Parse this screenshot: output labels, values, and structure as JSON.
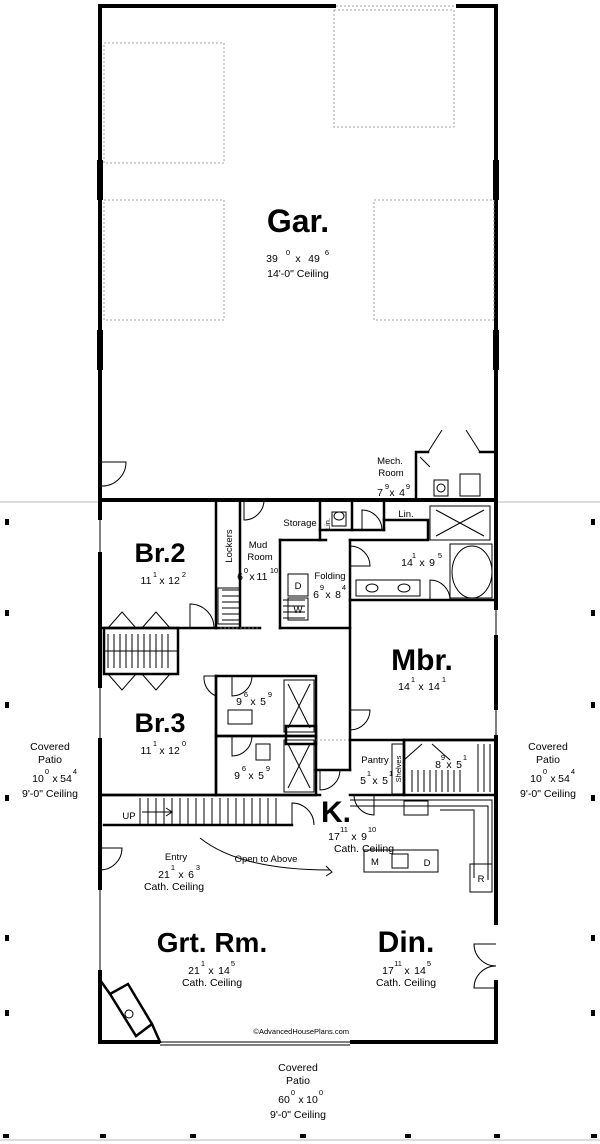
{
  "rooms": {
    "garage": {
      "name": "Gar.",
      "dim_a": "39",
      "dim_a_sup": "0",
      "dim_b": "49",
      "dim_b_sup": "6",
      "ceiling": "14'-0\" Ceiling"
    },
    "mech": {
      "name_line1": "Mech.",
      "name_line2": "Room",
      "dim_a": "7",
      "dim_a_sup": "9",
      "dim_b": "4",
      "dim_b_sup": "9"
    },
    "storage": {
      "name": "Storage"
    },
    "lin_small": {
      "name": "Lin."
    },
    "lin": {
      "name": "Lin."
    },
    "br2": {
      "name": "Br.2",
      "dim_a": "11",
      "dim_a_sup": "1",
      "dim_b": "12",
      "dim_b_sup": "2"
    },
    "lockers": {
      "name": "Lockers"
    },
    "mud": {
      "name_line1": "Mud",
      "name_line2": "Room",
      "dim_a": "6",
      "dim_a_sup": "0",
      "dim_b": "11",
      "dim_b_sup": "10"
    },
    "folding": {
      "name": "Folding",
      "dim_a": "6",
      "dim_a_sup": "9",
      "dim_b": "8",
      "dim_b_sup": "4",
      "dryer": "D",
      "washer": "W"
    },
    "mbath": {
      "dim_a": "14",
      "dim_a_sup": "1",
      "dim_b": "9",
      "dim_b_sup": "5"
    },
    "mbr": {
      "name": "Mbr.",
      "dim_a": "14",
      "dim_a_sup": "1",
      "dim_b": "14",
      "dim_b_sup": "1"
    },
    "bath1": {
      "dim_a": "9",
      "dim_a_sup": "6",
      "dim_b": "5",
      "dim_b_sup": "9"
    },
    "bath2": {
      "dim_a": "9",
      "dim_a_sup": "6",
      "dim_b": "5",
      "dim_b_sup": "9"
    },
    "br3": {
      "name": "Br.3",
      "dim_a": "11",
      "dim_a_sup": "1",
      "dim_b": "12",
      "dim_b_sup": "0"
    },
    "pantry": {
      "name": "Pantry",
      "dim_a": "5",
      "dim_a_sup": "1",
      "dim_b": "5",
      "dim_b_sup": "1"
    },
    "shelves": {
      "name": "Shelves"
    },
    "wic": {
      "dim_a": "8",
      "dim_a_sup": "9",
      "dim_b": "5",
      "dim_b_sup": "1"
    },
    "kitchen": {
      "name": "K.",
      "dim_a": "17",
      "dim_a_sup": "11",
      "dim_b": "9",
      "dim_b_sup": "10",
      "ceiling": "Cath. Ceiling",
      "micro": "M",
      "dish": "D",
      "fridge": "R"
    },
    "entry": {
      "name": "Entry",
      "dim_a": "21",
      "dim_a_sup": "1",
      "dim_b": "6",
      "dim_b_sup": "3",
      "ceiling": "Cath. Ceiling"
    },
    "greatroom": {
      "name": "Grt. Rm.",
      "dim_a": "21",
      "dim_a_sup": "1",
      "dim_b": "14",
      "dim_b_sup": "5",
      "ceiling": "Cath. Ceiling"
    },
    "dining": {
      "name": "Din.",
      "dim_a": "17",
      "dim_a_sup": "11",
      "dim_b": "14",
      "dim_b_sup": "5",
      "ceiling": "Cath. Ceiling"
    },
    "patio_left": {
      "name_line1": "Covered",
      "name_line2": "Patio",
      "dim_a": "10",
      "dim_a_sup": "0",
      "dim_b": "54",
      "dim_b_sup": "4",
      "ceiling": "9'-0\" Ceiling"
    },
    "patio_right": {
      "name_line1": "Covered",
      "name_line2": "Patio",
      "dim_a": "10",
      "dim_a_sup": "0",
      "dim_b": "54",
      "dim_b_sup": "4",
      "ceiling": "9'-0\" Ceiling"
    },
    "patio_bottom": {
      "name_line1": "Covered",
      "name_line2": "Patio",
      "dim_a": "60",
      "dim_a_sup": "0",
      "dim_b": "10",
      "dim_b_sup": "0",
      "ceiling": "9'-0\" Ceiling"
    }
  },
  "stairs": {
    "up": "UP"
  },
  "notes": {
    "open_to_above": "Open to Above"
  },
  "credit": {
    "copyright_symbol": "©",
    "site": "AdvancedHousePlans.com"
  },
  "colors": {
    "wall": "#000000",
    "patio_line": "#b8b8b8",
    "dashed": "#8a8a8a",
    "background": "#ffffff"
  }
}
